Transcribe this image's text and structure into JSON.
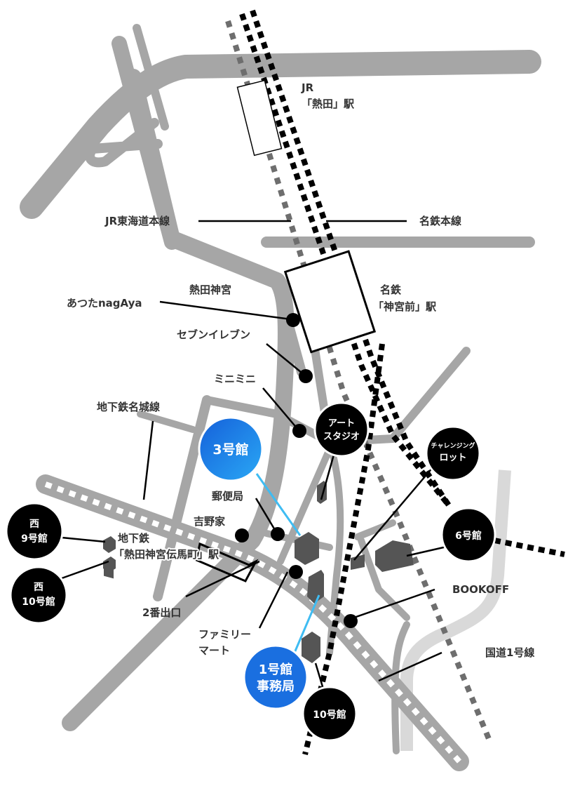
{
  "map": {
    "stations": {
      "jr_atsuta": {
        "line1": "JR",
        "line2": "「熱田」駅"
      },
      "meitetsu_jingumae": {
        "line1": "名鉄",
        "line2": "「神宮前」駅"
      },
      "subway_denmacho": {
        "line1": "地下鉄",
        "line2": "「熱田神宮伝馬町」駅"
      }
    },
    "lines": {
      "jr_tokaido": "JR東海道本線",
      "meitetsu_main": "名鉄本線",
      "subway_meijo": "地下鉄名城線",
      "route1": "国道1号線"
    },
    "landmarks": {
      "atsuta_jingu": "熱田神宮",
      "atsuta_nagaya": "あつたnagAya",
      "seven_eleven": "セブンイレブン",
      "minimini": "ミニミニ",
      "post_office": "郵便局",
      "yoshinoya": "吉野家",
      "exit2": "2番出口",
      "familymart_1": "ファミリー",
      "familymart_2": "マート",
      "bookoff": "BOOKOFF"
    },
    "venues": {
      "bldg3": "3号館",
      "bldg1_line1": "1号館",
      "bldg1_line2": "事務局",
      "art_studio_1": "アート",
      "art_studio_2": "スタジオ",
      "challenging_1": "チャレンジング",
      "challenging_2": "ロット",
      "bldg6": "6号館",
      "bldg10": "10号館",
      "west9_1": "西",
      "west9_2": "9号館",
      "west10_1": "西",
      "west10_2": "10号館"
    },
    "colors": {
      "road": "#a6a6a6",
      "road_light": "#d9d9d9",
      "rail": "#000000",
      "rail_gray": "#6e6e6e",
      "highlight_blue": "#1a6fe0",
      "leader_blue": "#3fbcf2"
    }
  }
}
